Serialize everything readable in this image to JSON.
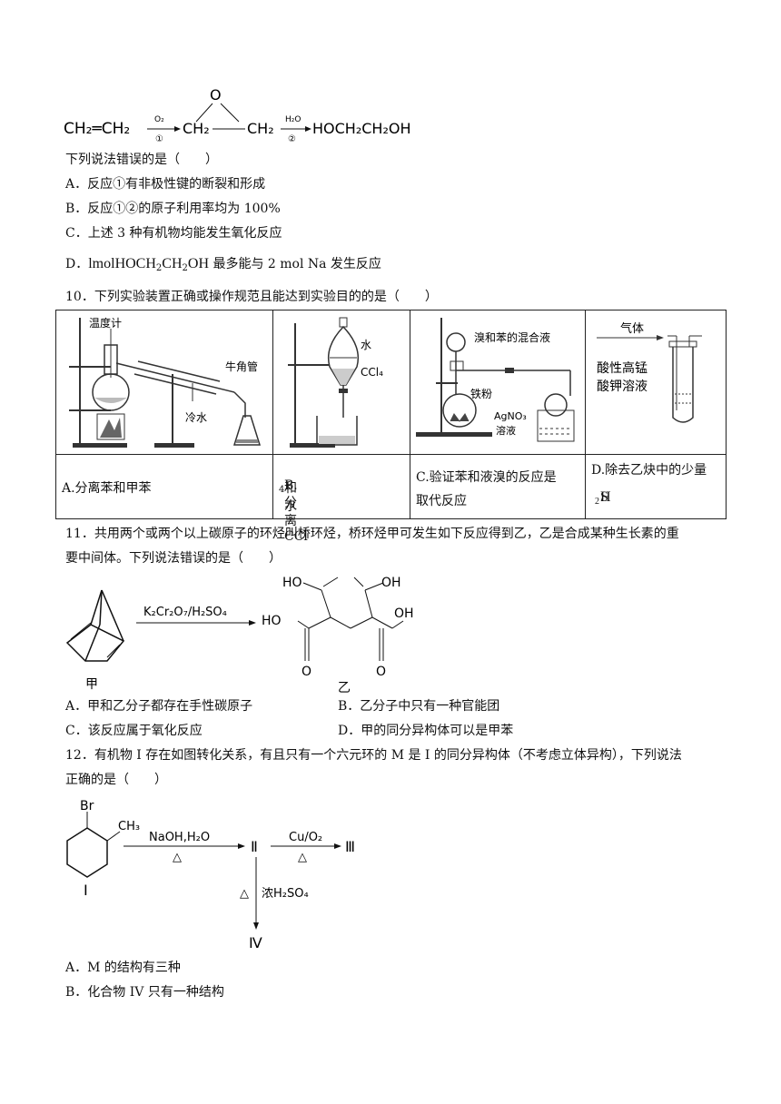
{
  "q9": {
    "scheme": {
      "reactant": "CH₂═CH₂",
      "reagent1": "O₂",
      "step1": "①",
      "epoxide_o": "O",
      "epoxide_left": "CH₂",
      "epoxide_right": "CH₂",
      "reagent2": "H₂O",
      "step2": "②",
      "product": "HOCH₂CH₂OH"
    },
    "stem": "下列说法错误的是（　　）",
    "options": [
      "A．反应①有非极性键的断裂和形成",
      "B．反应①②的原子利用率均为 100%",
      "C．上述 3 种有机物均能发生氧化反应"
    ],
    "optD_prefix": "D．",
    "optD_chem": "lmolHOCH",
    "optD_s1": "2",
    "optD_mid": "CH",
    "optD_s2": "2",
    "optD_end": "OH",
    "optD_tail": " 最多能与 2 mol Na 发生反应"
  },
  "q10": {
    "stem": "10．下列实验装置正确或操作规范且能达到实验目的的是（　　）",
    "fig_labels": {
      "thermometer": "温度计",
      "cold_water": "冷水",
      "adapter": "牛角管",
      "water": "水",
      "ccl4": "CCl₄",
      "bromine_benzene": "溴和苯的混合液",
      "iron_powder": "铁粉",
      "agno3": "AgNO₃",
      "solution": "溶液",
      "gas": "气体",
      "kmno4_1": "酸性高锰",
      "kmno4_2": "酸钾溶液"
    },
    "captions": {
      "a": "A.分离苯和甲苯",
      "b_pre": "B.分离 CCl",
      "b_sub": "4",
      "b_post": " 和水",
      "c1": "C.验证苯和液溴的反应是",
      "c2": "取代反应",
      "d1": "D.除去乙炔中的少量",
      "d2": "H",
      "d2_sub": "2",
      "d2_post": "S"
    }
  },
  "q11": {
    "stem1": "11．共用两个或两个以上碳原子的环烃叫桥环烃，桥环烃甲可发生如下反应得到乙，乙是合成某种生长素的重",
    "stem2": "要中间体。下列说法错误的是（　　）",
    "reagent": "K₂Cr₂O₇/H₂SO₄",
    "oh_labels": [
      "HO",
      "OH",
      "HO",
      "OH"
    ],
    "o_labels": [
      "O",
      "O"
    ],
    "jia": "甲",
    "yi": "乙",
    "options": [
      "A．甲和乙分子都存在手性碳原子",
      "B．乙分子中只有一种官能团",
      "C．该反应属于氧化反应",
      "D．甲的同分异构体可以是甲苯"
    ]
  },
  "q12": {
    "stem1": "12．有机物 I 存在如图转化关系，有且只有一个六元环的 M 是 I 的同分异构体（不考虑立体异构），下列说法",
    "stem2": "正确的是（　　）",
    "br": "Br",
    "ch3": "CH₃",
    "label_I": "I",
    "reagent_naoh": "NaOH,H₂O",
    "heat": "△",
    "label_II": "Ⅱ",
    "reagent_cu": "Cu/O₂",
    "label_III": "Ⅲ",
    "reagent_h2so4": "浓H₂SO₄",
    "label_IV": "Ⅳ",
    "options": [
      "A．M 的结构有三种",
      "B．化合物 IV 只有一种结构"
    ]
  }
}
